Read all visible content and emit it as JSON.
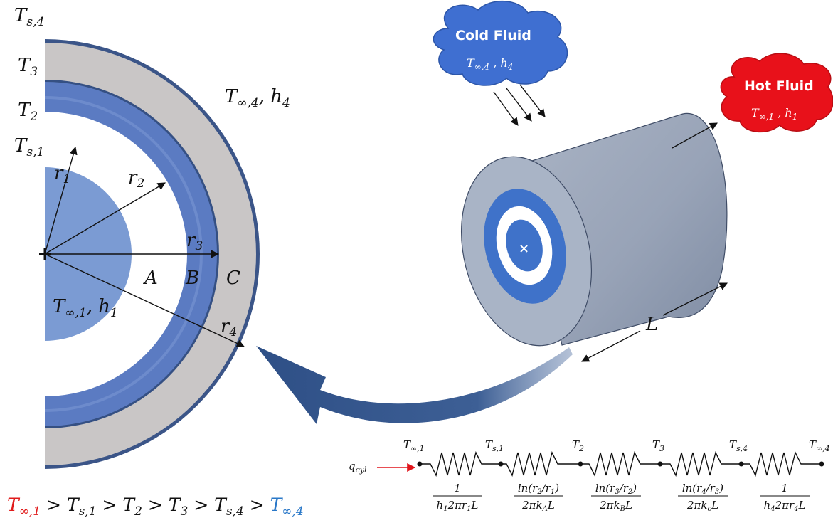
{
  "cross_section": {
    "surface_labels": {
      "ts4": "Ts,4",
      "t3": "T3",
      "t2": "T2",
      "ts1": "Ts,1"
    },
    "radii_labels": [
      "r1",
      "r2",
      "r3",
      "r4"
    ],
    "layer_labels": [
      "A",
      "B",
      "C"
    ],
    "inner_fluid": "T∞,1, h1",
    "outer_fluid": "T∞,4, h4",
    "colors": {
      "layer_a": "#7b9bd3",
      "layer_b": "#5b7bc2",
      "layer_c": "#c9c6c6",
      "outer_rim": "#3b5588"
    }
  },
  "cylinder": {
    "length_label": "L",
    "colors": {
      "body": "#9aa6b9",
      "face": "#b2bccc",
      "ring_blue": "#3f72c9"
    }
  },
  "clouds": {
    "cold": {
      "title": "Cold Fluid",
      "subtitle": "T∞,4 , h4",
      "color": "#3f6fd1"
    },
    "hot": {
      "title": "Hot Fluid",
      "subtitle": "T∞,1 , h1",
      "color": "#e8111a"
    }
  },
  "circuit": {
    "heat_flow": "qcyl",
    "nodes": [
      "T∞,1",
      "Ts,1",
      "T2",
      "T3",
      "Ts,4",
      "T∞,4"
    ],
    "resistances": [
      {
        "num": "1",
        "den": "h1 2πr1 L"
      },
      {
        "num": "ln(r2/r1)",
        "den": "2πkA L"
      },
      {
        "num": "ln(r3/r2)",
        "den": "2πkB L"
      },
      {
        "num": "ln(r4/r3)",
        "den": "2πkc L"
      },
      {
        "num": "1",
        "den": "h4 2πr4 L"
      }
    ]
  },
  "inequality": {
    "terms": [
      "T∞,1",
      "Ts,1",
      "T2",
      "T3",
      "Ts,4",
      "T∞,4"
    ],
    "separator": " > ",
    "first_color": "#e01b1b",
    "last_color": "#2a78c8"
  }
}
